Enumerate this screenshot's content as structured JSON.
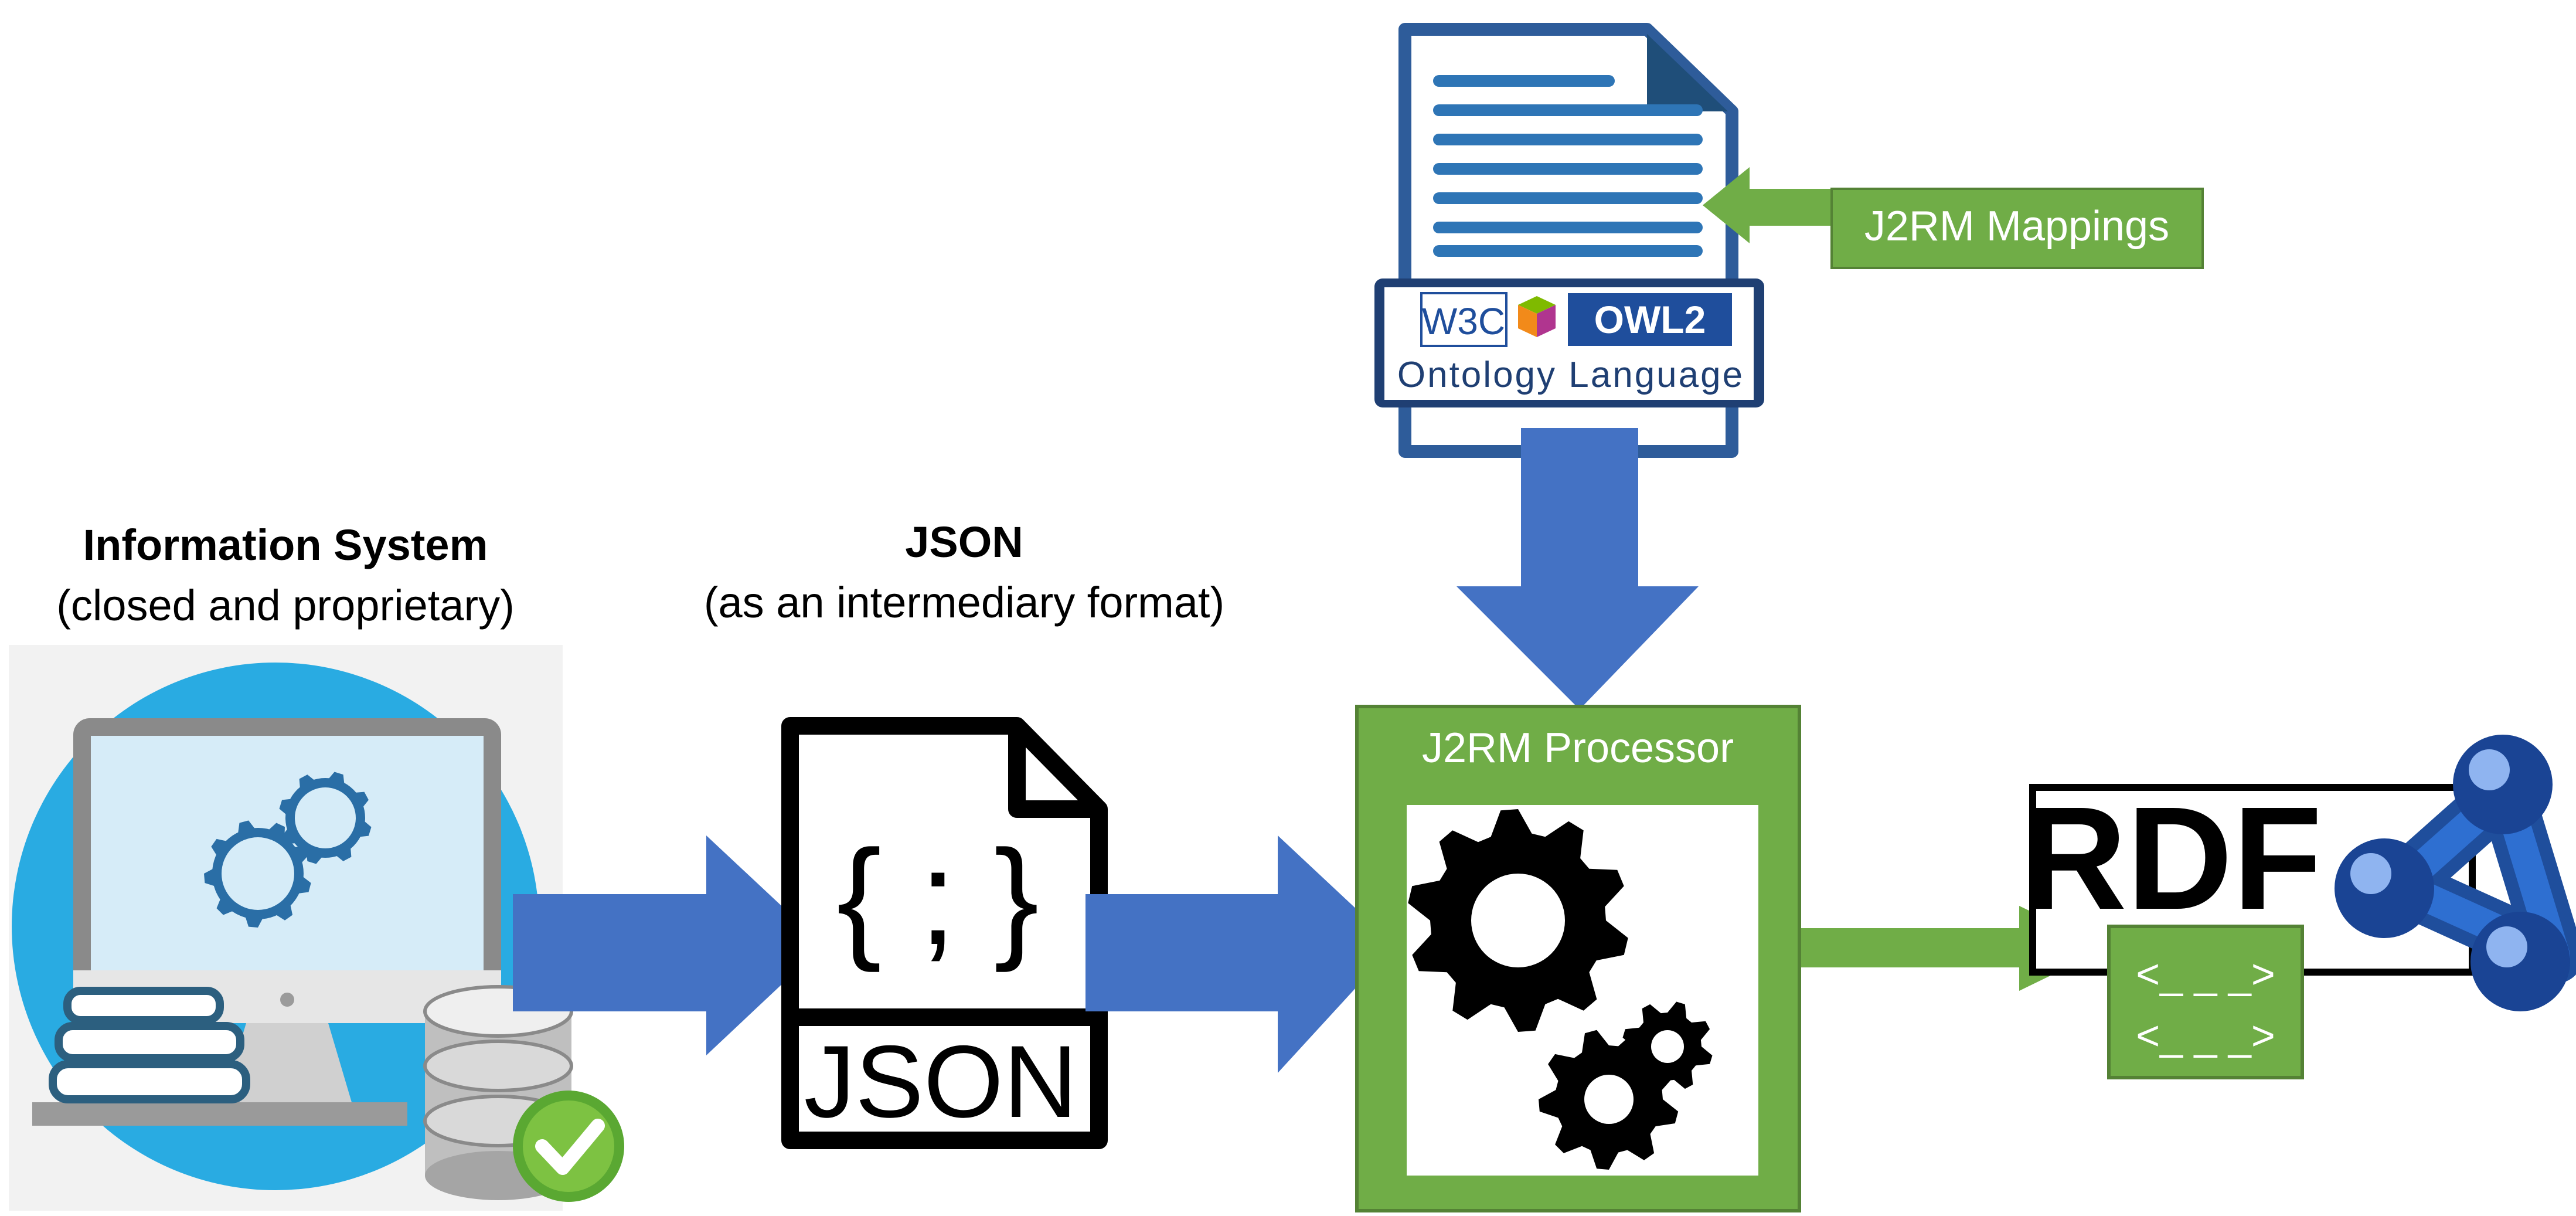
{
  "info_system": {
    "title": "Information System",
    "subtitle": "(closed and proprietary)"
  },
  "json_node": {
    "title": "JSON",
    "subtitle": "(as an intermediary format)",
    "icon_braces": "{ ; }",
    "icon_label": "JSON"
  },
  "ontology": {
    "badge_w3c": "W3C",
    "badge_owl": "OWL2",
    "caption": "Ontology Language"
  },
  "mappings": {
    "label": "J2RM Mappings"
  },
  "processor": {
    "label": "J2RM Processor"
  },
  "rdf": {
    "logo_text": "RDF",
    "output_line1": "<_ _ _>",
    "output_line2": "<_ _ _>"
  },
  "colors": {
    "blue_arrow": "#4472c4",
    "green": "#70ad47",
    "green_dark": "#548235",
    "doc_blue": "#2e5c9a",
    "monitor_circle": "#29abe2",
    "rdf_blue": "#1f4e9c"
  }
}
